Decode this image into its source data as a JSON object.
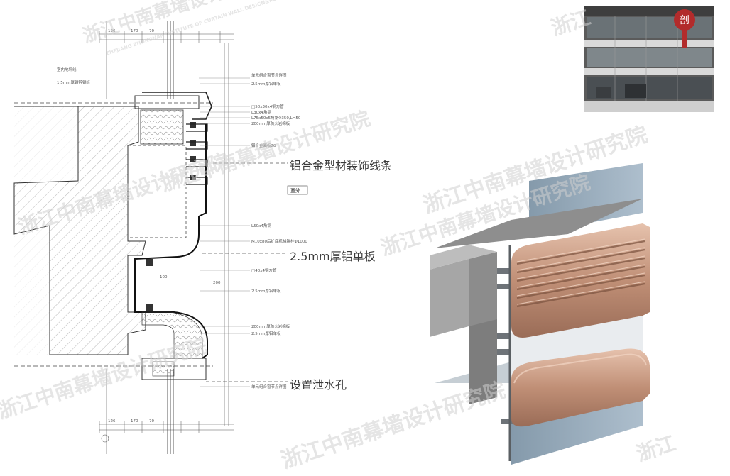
{
  "drawing": {
    "callouts": {
      "trim_strip": "铝合金型材装饰线条",
      "aluminum_panel": "2.5mm厚铝单板",
      "drain_hole": "设置泄水孔"
    },
    "outside_label": "室外",
    "section_badge": "剖",
    "notes": {
      "n1": "2.5mm厚铝单板",
      "n2": "□50x30x4钢方管",
      "n3": "L30x4角钢",
      "n4": "L75x50x5角钢Φ350,L=50",
      "n5": "200mm厚防火岩棉板",
      "n6": "铝合金面板20",
      "n7": "L50x4角钢",
      "n8": "M10x80后扩底机械锚栓Φ1000",
      "n9": "□40x4钢方管",
      "n10": "2.5mm厚铝单板",
      "n11": "200mm厚防火岩棉板",
      "n12": "2.5mm厚铝单板",
      "n13": "单元组合窗节点详图",
      "n14": "室内地坪线",
      "n15": "1.5mm厚镀锌钢板"
    },
    "dims": {
      "d1": "126",
      "d2": "170",
      "d3": "70",
      "d4": "100",
      "d5": "200"
    }
  },
  "watermark": {
    "cn": "浙江中南幕墙设计研究院",
    "en": "ZHEJIANG ZHONGNAN INSTITUTE OF CURTAIN WALL DESIGN&RESEARCH",
    "short": "浙江"
  },
  "colors": {
    "copper": "#c9a08a",
    "glass": "#8aa2b6",
    "concrete": "#a9a9a9",
    "badge": "#b22b2b"
  }
}
